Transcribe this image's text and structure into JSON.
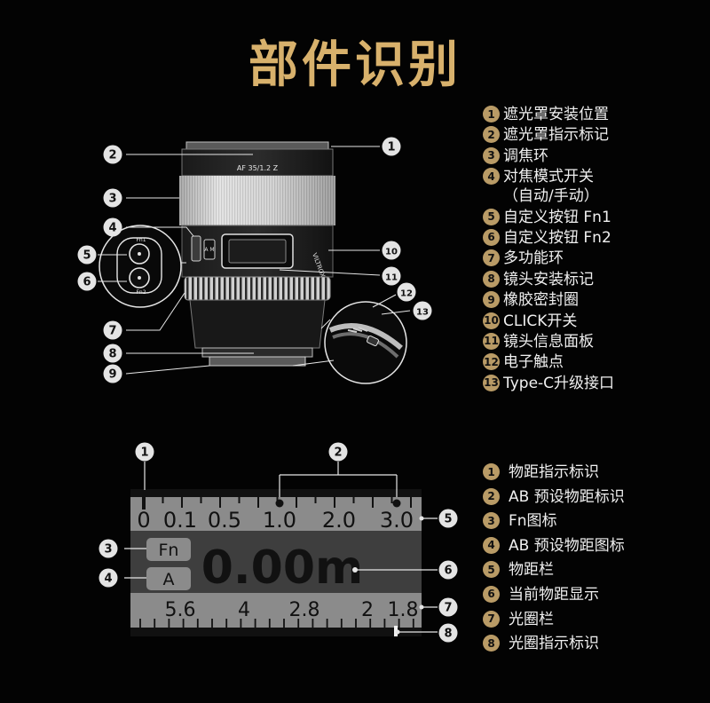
{
  "title": "部件识别",
  "lens": {
    "marking": "AF 35/1.2 Z",
    "brand": "VILTROX",
    "btn_fn1": "Fn1",
    "btn_fn2": "Fn2",
    "switch": "A M"
  },
  "lens_callouts": [
    "1",
    "2",
    "3",
    "4",
    "5",
    "6",
    "7",
    "8",
    "9",
    "10",
    "11",
    "12",
    "13"
  ],
  "lens_legend": [
    {
      "num": "1",
      "label": "遮光罩安装位置"
    },
    {
      "num": "2",
      "label": "遮光罩指示标记"
    },
    {
      "num": "3",
      "label": "调焦环"
    },
    {
      "num": "4",
      "label": "对焦模式开关",
      "sub": "（自动/手动）"
    },
    {
      "num": "5",
      "label": "自定义按钮 Fn1"
    },
    {
      "num": "6",
      "label": "自定义按钮 Fn2"
    },
    {
      "num": "7",
      "label": "多功能环"
    },
    {
      "num": "8",
      "label": "镜头安装标记"
    },
    {
      "num": "9",
      "label": "橡胶密封圈"
    },
    {
      "num": "10",
      "label": "CLICK开关"
    },
    {
      "num": "11",
      "label": "镜头信息面板"
    },
    {
      "num": "12",
      "label": "电子触点"
    },
    {
      "num": "13",
      "label": "Type-C升级接口"
    }
  ],
  "panel": {
    "distance_scale": [
      "0",
      "0.1",
      "0.5",
      "1.0",
      "2.0",
      "3.0"
    ],
    "fn_icon": "Fn",
    "a_icon": "A",
    "distance": "0.00m",
    "aperture_scale": [
      "5.6",
      "4",
      "2.8",
      "2",
      "1.8"
    ]
  },
  "panel_callouts": [
    "1",
    "2",
    "3",
    "4",
    "5",
    "6",
    "7",
    "8"
  ],
  "panel_legend": [
    {
      "num": "1",
      "label": "物距指示标识"
    },
    {
      "num": "2",
      "label": "AB 预设物距标识"
    },
    {
      "num": "3",
      "label": "Fn图标"
    },
    {
      "num": "4",
      "label": "AB 预设物距图标"
    },
    {
      "num": "5",
      "label": "物距栏"
    },
    {
      "num": "6",
      "label": "当前物距显示"
    },
    {
      "num": "7",
      "label": "光圈栏"
    },
    {
      "num": "8",
      "label": "光圈指示标识"
    }
  ],
  "colors": {
    "accent": "#d8b16c",
    "badge": "#b99b66",
    "panel_bar": "#8a8a8a",
    "panel_bg": "#3a3a3a"
  }
}
